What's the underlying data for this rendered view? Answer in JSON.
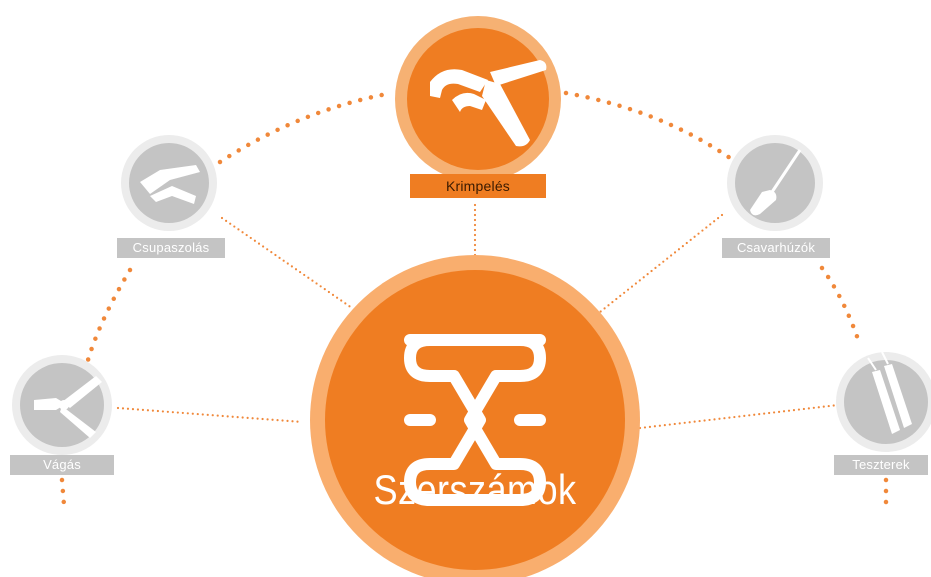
{
  "center": {
    "title": "Szerszámok",
    "icon": "chain-link-icon"
  },
  "nodes": [
    {
      "id": "krimpeles",
      "label": "Krimpelés",
      "icon": "crimping-pliers-icon",
      "active": true
    },
    {
      "id": "csupaszolas",
      "label": "Csupaszolás",
      "icon": "wire-stripper-icon",
      "active": false
    },
    {
      "id": "csavarhuzok",
      "label": "Csavarhúzók",
      "icon": "screwdriver-icon",
      "active": false
    },
    {
      "id": "vagas",
      "label": "Vágás",
      "icon": "cutting-pliers-icon",
      "active": false
    },
    {
      "id": "teszterek",
      "label": "Teszterek",
      "icon": "tester-probe-icon",
      "active": false
    }
  ],
  "colors": {
    "accent": "#ef7d22",
    "accent_light": "#f9ae6e",
    "inactive": "#c4c4c4",
    "inactive_ring": "#ececec"
  }
}
